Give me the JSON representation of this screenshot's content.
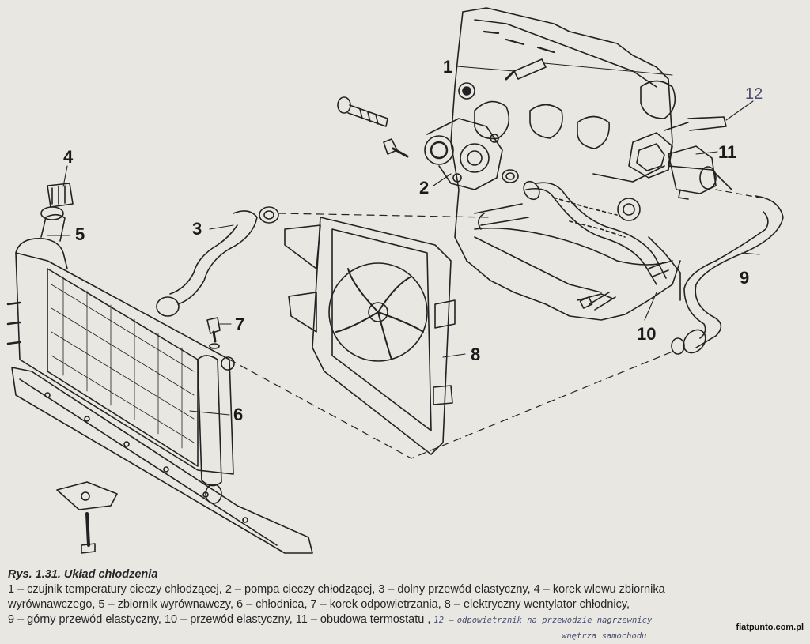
{
  "labels": {
    "n1": "1",
    "n2": "2",
    "n3": "3",
    "n4": "4",
    "n5": "5",
    "n6": "6",
    "n7": "7",
    "n8": "8",
    "n9": "9",
    "n10": "10",
    "n11": "11",
    "n12": "12"
  },
  "caption": {
    "title": "Rys. 1.31. Układ chłodzenia",
    "line1": "1 – czujnik temperatury cieczy chłodzącej, 2 – pompa cieczy chłodzącej, 3 – dolny przewód elastyczny, 4 – korek wlewu zbiornika",
    "line2": "wyrównawczego, 5 – zbiornik wyrównawczy, 6 – chłodnica, 7 – korek odpowietrzania, 8 – elektryczny wentylator chłodnicy,",
    "line3": "9 – górny przewód elastyczny, 10 – przewód elastyczny, 11 – obudowa termostatu ,",
    "handwritten_num": "12 –",
    "handwritten_a": "odpowietrznik na przewodzie nagrzewnicy",
    "handwritten_b": "wnętrza samochodu"
  },
  "watermark": "fiatpunto.com.pl",
  "colors": {
    "paper": "#e9e7e2",
    "ink": "#1e1e1e",
    "pencil": "#4a4f6a"
  }
}
